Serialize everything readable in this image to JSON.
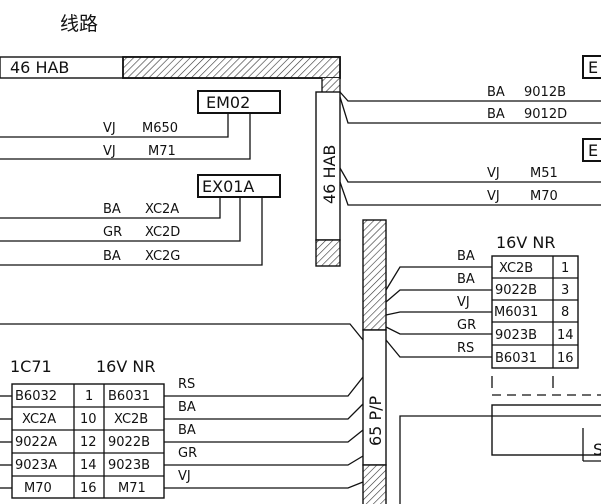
{
  "title": "线路",
  "harness": {
    "top_bar": "46 HAB",
    "vertical": "46 HAB",
    "pp": "65 P/P"
  },
  "connectors": {
    "em02": {
      "name": "EM02",
      "wires": [
        {
          "color": "VJ",
          "code": "M650"
        },
        {
          "color": "VJ",
          "code": "M71"
        }
      ]
    },
    "ex01a": {
      "name": "EX01A",
      "wires": [
        {
          "color": "BA",
          "code": "XC2A"
        },
        {
          "color": "GR",
          "code": "XC2D"
        },
        {
          "color": "BA",
          "code": "XC2G"
        }
      ]
    },
    "right_top": {
      "name": "E",
      "wires": [
        {
          "color": "BA",
          "code": "9012B"
        },
        {
          "color": "BA",
          "code": "9012D"
        }
      ]
    },
    "right_mid": {
      "name": "E",
      "wires": [
        {
          "color": "VJ",
          "code": "M51"
        },
        {
          "color": "VJ",
          "code": "M70"
        }
      ]
    }
  },
  "nr_block": {
    "header": "16V NR",
    "pp_colors": [
      "BA",
      "BA",
      "VJ",
      "GR",
      "RS"
    ],
    "rows": [
      {
        "code": "XC2B",
        "pin": "1"
      },
      {
        "code": "9022B",
        "pin": "3"
      },
      {
        "code": "M6031",
        "pin": "8"
      },
      {
        "code": "9023B",
        "pin": "14"
      },
      {
        "code": "B6031",
        "pin": "16"
      }
    ]
  },
  "c71_block": {
    "id": "1C71",
    "header": "16V NR",
    "side_colors": [
      "RS",
      "BA",
      "BA",
      "GR",
      "VJ"
    ],
    "rows": [
      {
        "left": "B6032",
        "pin": "1",
        "right": "B6031"
      },
      {
        "left": "XC2A",
        "pin": "10",
        "right": "XC2B"
      },
      {
        "left": "9022A",
        "pin": "12",
        "right": "9022B"
      },
      {
        "left": "9023A",
        "pin": "14",
        "right": "9023B"
      },
      {
        "left": "M70",
        "pin": "16",
        "right": "M71"
      }
    ]
  },
  "edge_label": "S"
}
